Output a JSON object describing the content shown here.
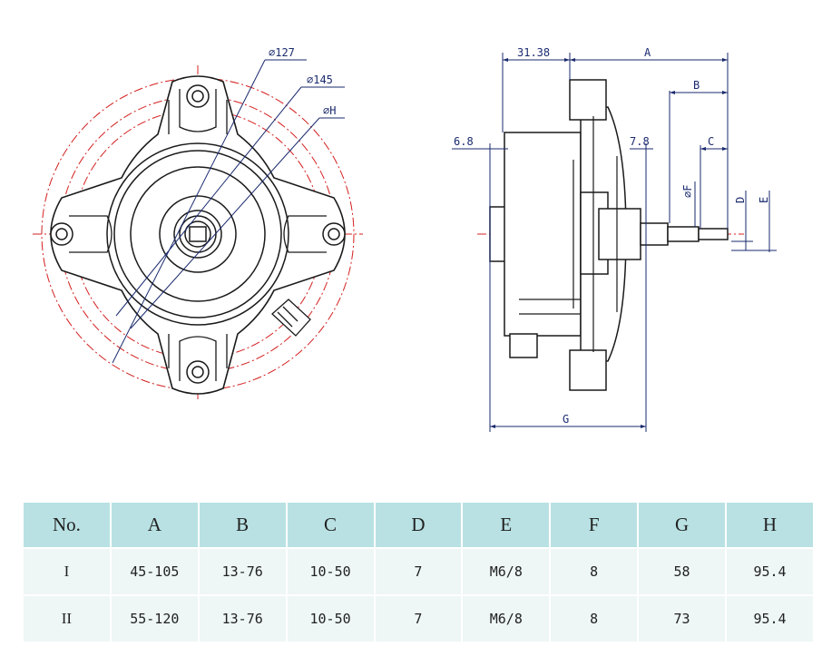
{
  "front_view": {
    "dim_d127": "⌀127",
    "dim_d145": "⌀145",
    "dim_dH": "⌀H"
  },
  "side_view": {
    "dim_31_38": "31.38",
    "dim_A": "A",
    "dim_B": "B",
    "dim_6_8": "6.8",
    "dim_7_8": "7.8",
    "dim_C": "C",
    "dim_F": "⌀F",
    "dim_D": "D",
    "dim_E": "E",
    "dim_G": "G"
  },
  "table": {
    "headers": [
      "No.",
      "A",
      "B",
      "C",
      "D",
      "E",
      "F",
      "G",
      "H"
    ],
    "rows": [
      [
        "I",
        "45-105",
        "13-76",
        "10-50",
        "7",
        "M6/8",
        "8",
        "58",
        "95.4"
      ],
      [
        "II",
        "55-120",
        "13-76",
        "10-50",
        "7",
        "M6/8",
        "8",
        "73",
        "95.4"
      ]
    ]
  },
  "colors": {
    "outline": "#1a1a1a",
    "centerline": "#d42020",
    "dimension": "#1a2a6e",
    "header_bg": "#b9e1e3",
    "cell_bg": "#eef6f6"
  }
}
